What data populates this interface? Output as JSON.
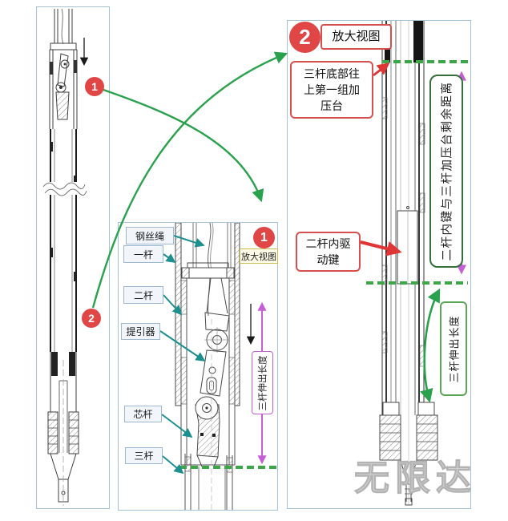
{
  "watermark": "无限达",
  "left_panel": {
    "marker_1": "1",
    "marker_2": "2"
  },
  "middle_panel": {
    "marker_number": "1",
    "marker_caption": "放大视图",
    "part_labels": [
      "钢丝绳",
      "一杆",
      "二杆",
      "提引器",
      "芯杆",
      "三杆"
    ],
    "measurement_extension": "三杆伸出长度"
  },
  "right_panel": {
    "marker_number": "2",
    "marker_caption": "放大视图",
    "callout_pressure_step": "三杆底部往上第一组加压台",
    "callout_drive_key": "二杆内驱动键",
    "measurement_remaining": "二杆内键与三杆加压台剩余距离",
    "measurement_extension": "三杆伸出长度"
  },
  "colors": {
    "annotation_green": "#2aa14d",
    "dashed_green": "#3da747",
    "magenta": "#c45fd6",
    "red": "#e04646",
    "teal_leader": "#1d8f8f",
    "panel_border": "#a5c3d6"
  }
}
